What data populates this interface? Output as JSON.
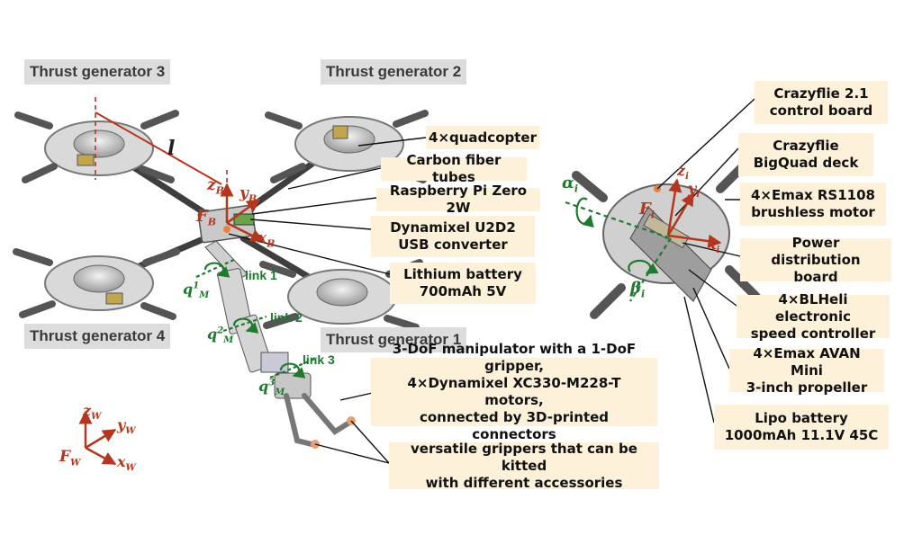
{
  "thrust_generators": [
    {
      "label": "Thrust generator 3"
    },
    {
      "label": "Thrust generator 2"
    },
    {
      "label": "Thrust generator 4"
    },
    {
      "label": "Thrust generator 1"
    }
  ],
  "left_components": [
    {
      "line1": "4×quadcopter",
      "line2": ""
    },
    {
      "line1": "Carbon fiber tubes",
      "line2": ""
    },
    {
      "line1": "Raspberry Pi Zero 2W",
      "line2": ""
    },
    {
      "line1": "Dynamixel U2D2",
      "line2": "USB converter"
    },
    {
      "line1": "Lithium battery",
      "line2": "700mAh 5V"
    }
  ],
  "manipulator": {
    "line1": "3-DoF manipulator with a 1-DoF gripper,",
    "line2": "4×Dynamixel XC330-M228-T motors,",
    "line3": "connected by 3D-printed connectors"
  },
  "gripper": {
    "line1": "versatile grippers that can be kitted",
    "line2": "with different accessories"
  },
  "right_components": [
    {
      "line1": "Crazyflie 2.1",
      "line2": "control board"
    },
    {
      "line1": "Crazyflie",
      "line2": "BigQuad deck"
    },
    {
      "line1": "4×Emax RS1108",
      "line2": "brushless motor"
    },
    {
      "line1": "Power distribution",
      "line2": "board"
    },
    {
      "line1": "4×BLHeli electronic",
      "line2": "speed controller"
    },
    {
      "line1": "4×Emax AVAN Mini",
      "line2": "3-inch propeller"
    },
    {
      "line1": "Lipo battery",
      "line2": "1000mAh 11.1V 45C"
    }
  ],
  "symbols": {
    "body_frame": "F",
    "body_frame_sub": "B",
    "body_z": "z",
    "body_y": "y",
    "body_x": "x",
    "body_sub": "B",
    "arm_length": "l",
    "link1": "link 1",
    "link2": "link 2",
    "link3": "link 3",
    "q": "q",
    "q_sub": "M",
    "q1_sup": "1",
    "q2_sup": "2",
    "q3_sup": "3",
    "world_frame": "F",
    "world_sub": "W",
    "world_z": "z",
    "world_y": "y",
    "world_x": "x",
    "prop_frame": "F",
    "prop_sub": "i",
    "prop_z": "z",
    "prop_y": "y",
    "prop_x": "x",
    "alpha": "α",
    "beta": "β",
    "ang_sub": "i"
  },
  "colors": {
    "frame_red": "#b5361e",
    "angle_green": "#1e7a2e",
    "label_gray": "#dcdcdc",
    "callout_bg": "#fdf1da"
  }
}
